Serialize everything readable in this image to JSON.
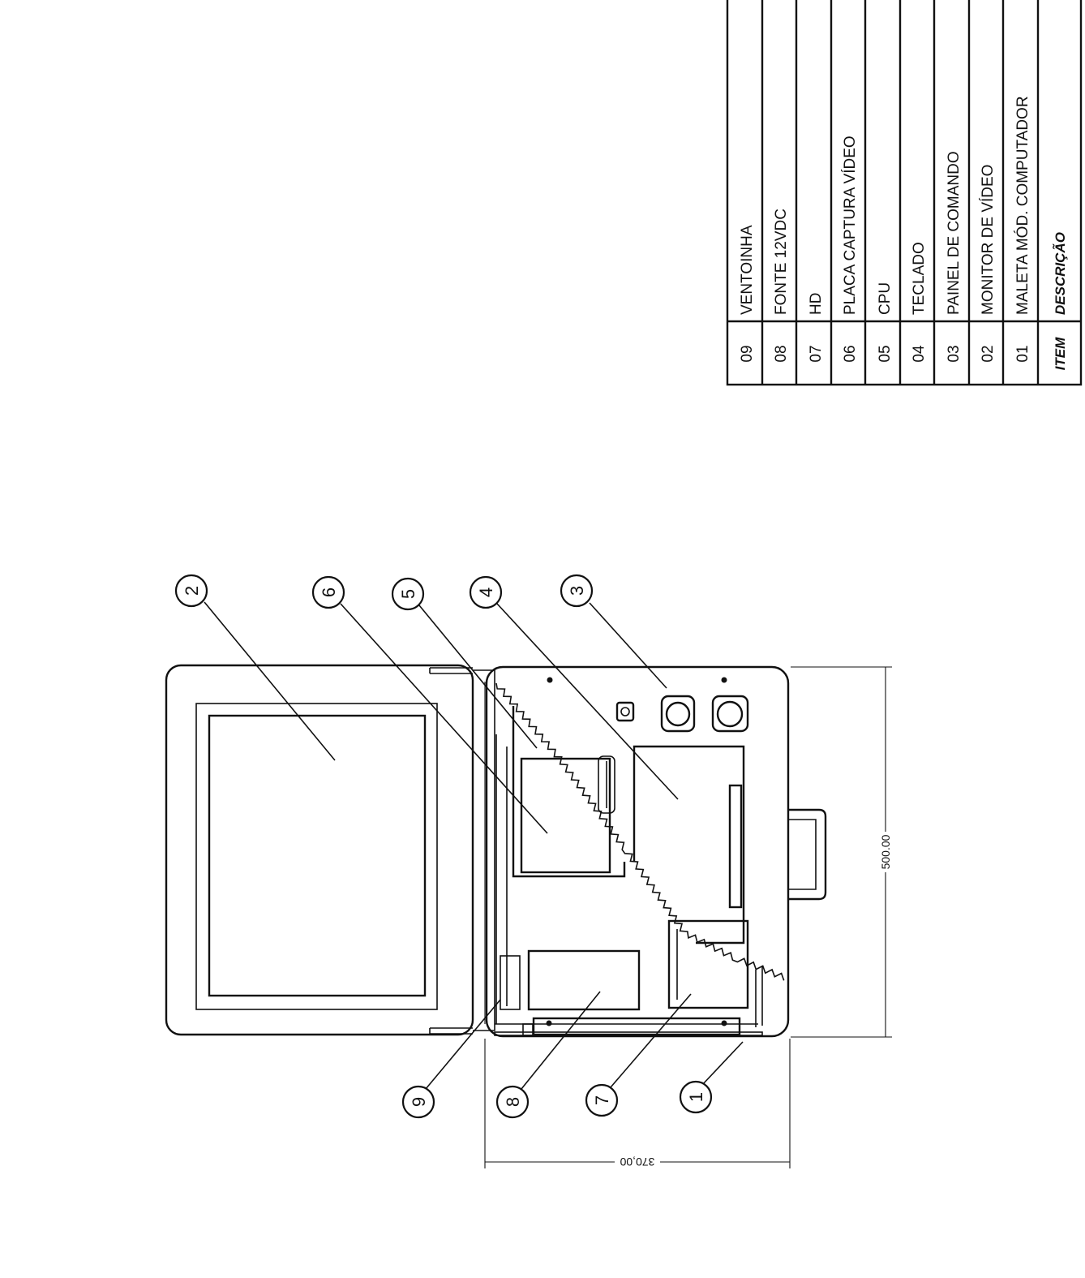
{
  "parts_list": {
    "header": {
      "item": "ITEM",
      "description": "DESCRIÇÃO"
    },
    "rows": [
      {
        "item": "09",
        "description": "VENTOINHA"
      },
      {
        "item": "08",
        "description": "FONTE 12VDC"
      },
      {
        "item": "07",
        "description": "HD"
      },
      {
        "item": "06",
        "description": "PLACA CAPTURA VÍDEO"
      },
      {
        "item": "05",
        "description": "CPU"
      },
      {
        "item": "04",
        "description": "TECLADO"
      },
      {
        "item": "03",
        "description": "PAINEL DE COMANDO"
      },
      {
        "item": "02",
        "description": "MONITOR DE VÍDEO"
      },
      {
        "item": "01",
        "description": "MALETA MÓD. COMPUTADOR"
      }
    ]
  },
  "callouts": [
    "1",
    "2",
    "3",
    "4",
    "5",
    "6",
    "7",
    "8",
    "9"
  ],
  "dimensions": {
    "length": "500.00",
    "width": "370,00"
  }
}
